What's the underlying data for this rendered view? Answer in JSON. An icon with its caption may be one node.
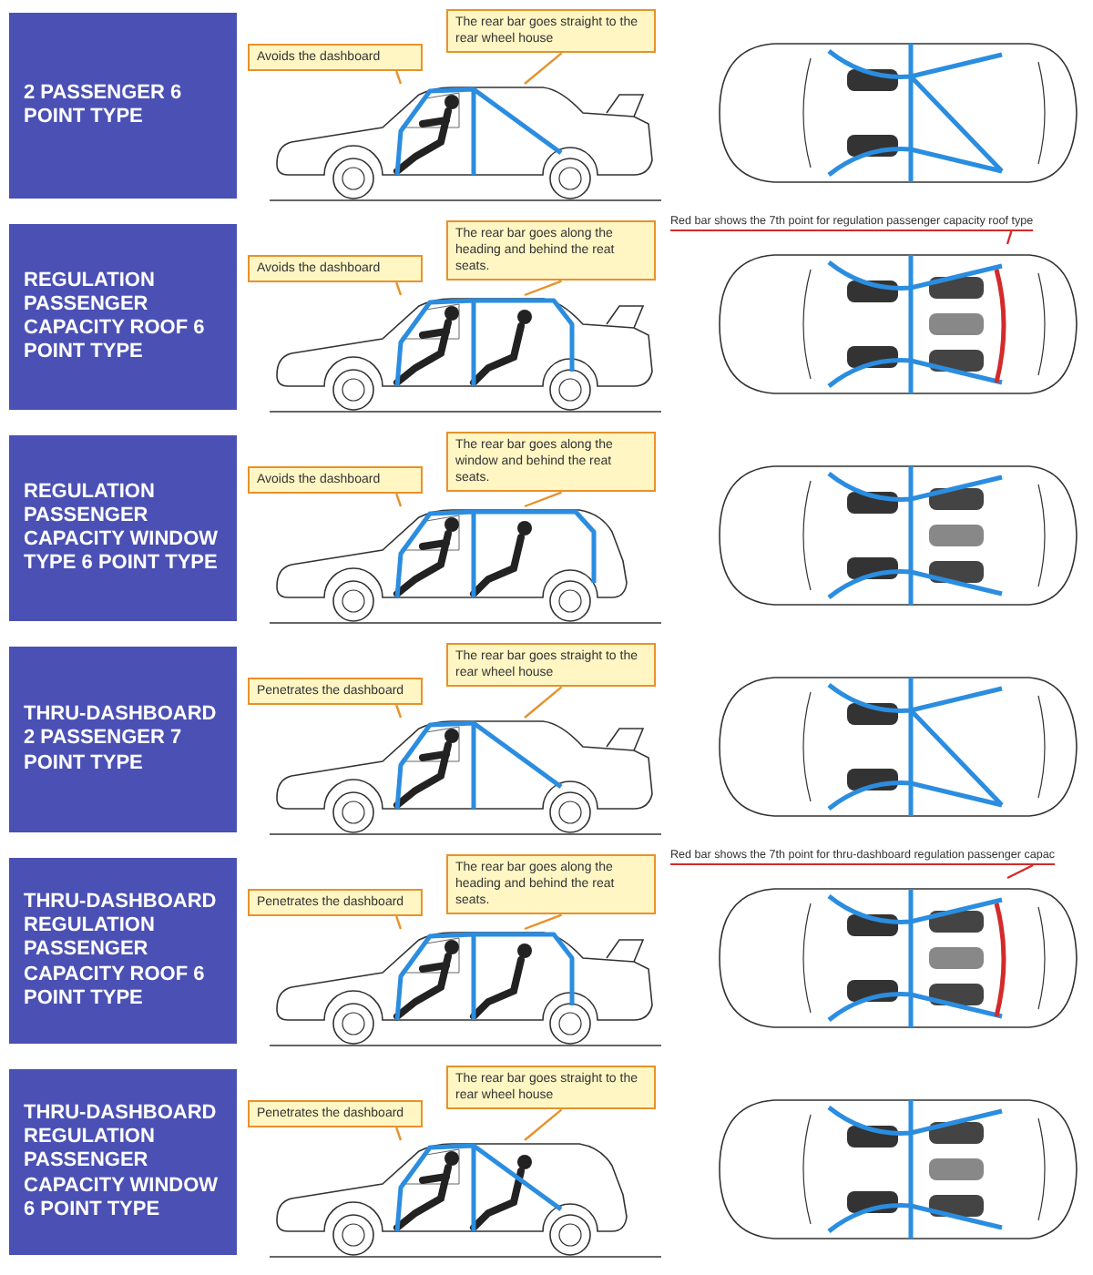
{
  "diagram": {
    "nodes": [
      {
        "text": [
          "2 PASSENGER 6 POINT TYPE"
        ]
      },
      {
        "text": [
          "Avoids the dashboard"
        ]
      },
      {
        "text": [
          "The rear bar goes straight to the rear wheel house"
        ]
      },
      {
        "text": [],
        "shape": "picture"
      },
      {
        "text": [],
        "shape": "picture"
      },
      {
        "text": [
          "REGULATION PASSENGER CAPACITY ROOF 6 POINT TYPE"
        ]
      },
      {
        "text": [
          "Avoids the dashboard"
        ]
      },
      {
        "text": [
          "The rear bar goes along the heading and behind the reat seats."
        ]
      },
      {
        "text": [
          "Red bar shows the 7th point for regulation passenger capacity roof type"
        ]
      },
      {
        "text": [],
        "shape": "picture"
      },
      {
        "text": [],
        "shape": "picture"
      },
      {
        "text": [
          "REGULATION PASSENGER CAPACITY WINDOW TYPE 6 POINT TYPE"
        ]
      },
      {
        "text": [
          "Avoids the dashboard"
        ]
      },
      {
        "text": [
          "The rear bar goes along the window and behind the reat seats."
        ]
      },
      {
        "text": [],
        "shape": "picture"
      },
      {
        "text": [],
        "shape": "picture"
      },
      {
        "text": [
          "THRU-DASHBOARD 2 PASSENGER 7 POINT TYPE"
        ]
      },
      {
        "text": [
          "Penetrates the dashboard"
        ]
      },
      {
        "text": [
          "The rear bar goes straight to the rear wheel house"
        ]
      },
      {
        "text": [],
        "shape": "picture"
      },
      {
        "text": [],
        "shape": "picture"
      },
      {
        "text": [
          "THRU-DASHBOARD REGULATION PASSENGER CAPACITY ROOF 6 POINT TYPE"
        ]
      },
      {
        "text": [
          "Penetrates the dashboard"
        ]
      },
      {
        "text": [
          "The rear bar goes along the heading and behind the reat seats."
        ]
      },
      {
        "text": [
          "Red bar shows the 7th point for thru-dashboard regulation passenger capac"
        ]
      },
      {
        "text": [],
        "shape": "picture"
      },
      {
        "text": [],
        "shape": "picture"
      },
      {
        "text": [
          "THRU-DASHBOARD REGULATION PASSENGER CAPACITY WINDOW 6 POINT TYPE"
        ]
      },
      {
        "text": [
          "Penetrates the dashboard"
        ]
      },
      {
        "text": [
          "The rear bar goes straight to the rear wheel house"
        ]
      },
      {
        "text": [],
        "shape": "picture"
      },
      {
        "text": [],
        "shape": "picture"
      }
    ],
    "edges": [
      {
        "from": 1,
        "to": 3,
        "arrow": "none"
      },
      {
        "from": 2,
        "to": 3,
        "arrow": "none"
      },
      {
        "from": 6,
        "to": 9,
        "arrow": "none"
      },
      {
        "from": 7,
        "to": 9,
        "arrow": "none"
      },
      {
        "from": 8,
        "to": 10,
        "arrow": "none",
        "color": "#d42a2a"
      },
      {
        "from": 12,
        "to": 14,
        "arrow": "none"
      },
      {
        "from": 13,
        "to": 14,
        "arrow": "none"
      },
      {
        "from": 17,
        "to": 19,
        "arrow": "none"
      },
      {
        "from": 18,
        "to": 19,
        "arrow": "none"
      },
      {
        "from": 22,
        "to": 25,
        "arrow": "none"
      },
      {
        "from": 23,
        "to": 25,
        "arrow": "none"
      },
      {
        "from": 24,
        "to": 26,
        "arrow": "none",
        "color": "#d42a2a"
      },
      {
        "from": 28,
        "to": 30,
        "arrow": "none"
      },
      {
        "from": 29,
        "to": 30,
        "arrow": "none"
      }
    ]
  }
}
